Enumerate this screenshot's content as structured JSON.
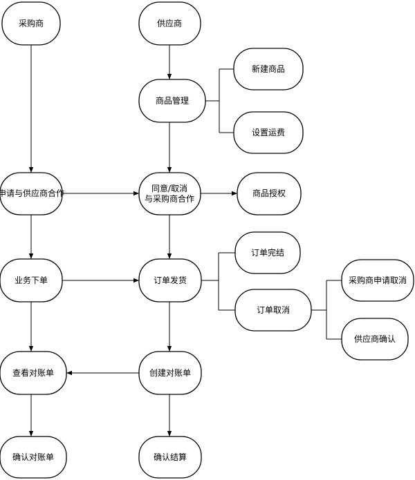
{
  "diagram": {
    "nodes": {
      "buyer": "采购商",
      "supplier": "供应商",
      "product_mgmt": "商品管理",
      "new_product": "新建商品",
      "set_shipping": "设置运费",
      "apply_coop": "申请与供应商合作",
      "approve_cancel_line1": "同意/取消",
      "approve_cancel_line2": "与采购商合作",
      "product_auth": "商品授权",
      "place_order": "业务下单",
      "order_ship": "订单发货",
      "order_complete": "订单完结",
      "order_cancel": "订单取消",
      "buyer_request_cancel": "采购商申请取消",
      "supplier_confirm": "供应商确认",
      "view_statement": "查看对账单",
      "create_statement": "创建对账单",
      "confirm_statement": "确认对账单",
      "confirm_settlement": "确认结算"
    }
  }
}
